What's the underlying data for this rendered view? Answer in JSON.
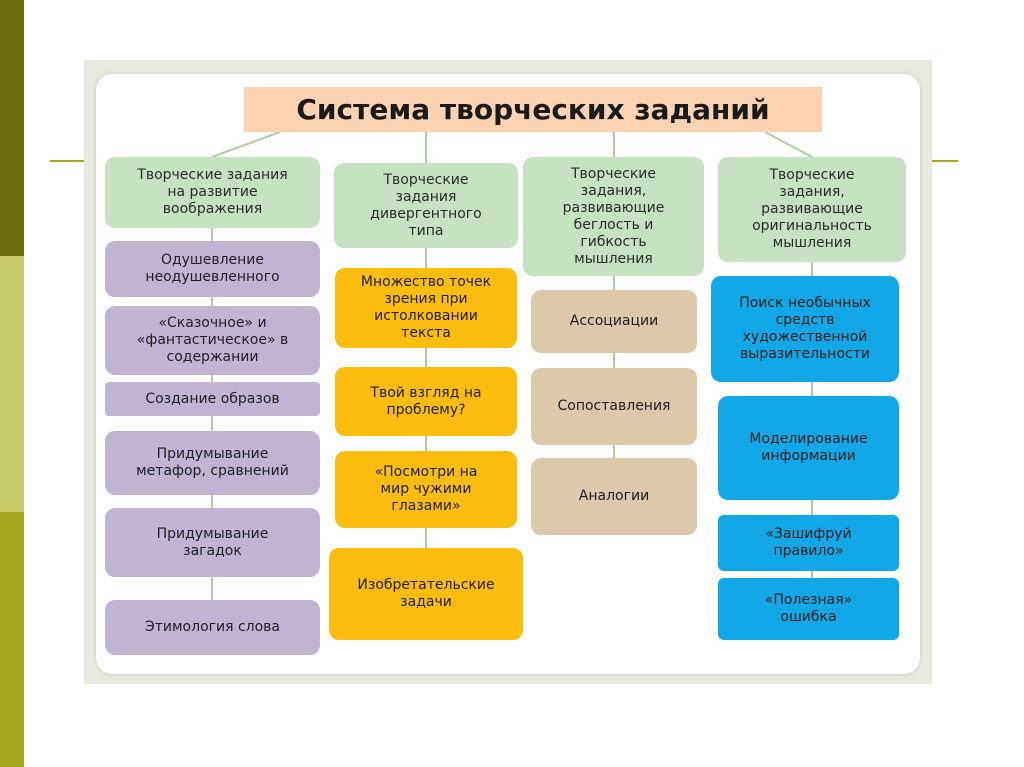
{
  "title": "Система творческих заданий",
  "columns": [
    {
      "header": "Творческие задания\nна развитие\nвоображения",
      "items": [
        "Одушевление\nнеодушевленного",
        "«Сказочное» и\n«фантастическое» в\nсодержании",
        "Создание образов",
        "Придумывание\nметафор, сравнений",
        "Придумывание\nзагадок",
        "Этимология слова"
      ]
    },
    {
      "header": "Творческие\nзадания\nдивергентного\nтипа",
      "items": [
        "Множество точек\nзрения при\nистолковании\nтекста",
        "Твой взгляд на\nпроблему?",
        "«Посмотри на\nмир чужими\nглазами»",
        "Изобретательские\nзадачи"
      ]
    },
    {
      "header": "Творческие\nзадания,\nразвивающие\nбеглость и\nгибкость\nмышления",
      "items": [
        "Ассоциации",
        "Сопоставления",
        "Аналогии"
      ]
    },
    {
      "header": "Творческие\nзадания,\nразвивающие\nоригинальность\nмышления",
      "items": [
        "Поиск необычных\nсредств\nхудожественной\nвыразительности",
        "Моделирование\nинформации",
        "«Зашифруй\nправило»",
        "«Полезная»\nошибка"
      ]
    }
  ],
  "colors": {
    "title_bg": "#fbd2b2",
    "header_bg": "#c7e2c3",
    "connector": "#a7d39a",
    "col1_items": "#c1b4d3",
    "col2_items": "#fcbd0f",
    "col3_items": "#dbc9aa",
    "col4_items": "#12a7e7"
  }
}
